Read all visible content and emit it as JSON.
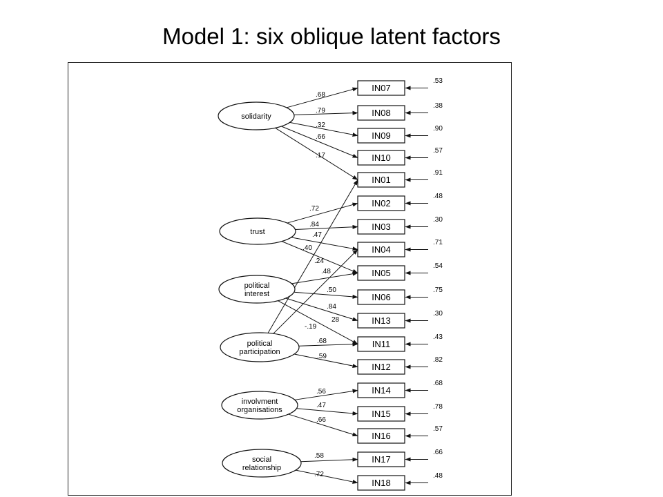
{
  "title": "Model 1: six oblique latent factors",
  "latents": [
    {
      "id": "solidarity",
      "lines": [
        "solidarity"
      ]
    },
    {
      "id": "trust",
      "lines": [
        "trust"
      ]
    },
    {
      "id": "political_interest",
      "lines": [
        "political",
        "interest"
      ]
    },
    {
      "id": "political_participation",
      "lines": [
        "political",
        "participation"
      ]
    },
    {
      "id": "involvment_organisations",
      "lines": [
        "involvment",
        "organisations"
      ]
    },
    {
      "id": "social_relationship",
      "lines": [
        "social",
        "relationship"
      ]
    }
  ],
  "indicators": [
    {
      "id": "IN07",
      "error": ".53"
    },
    {
      "id": "IN08",
      "error": ".38"
    },
    {
      "id": "IN09",
      "error": ".90"
    },
    {
      "id": "IN10",
      "error": ".57"
    },
    {
      "id": "IN01",
      "error": ".91"
    },
    {
      "id": "IN02",
      "error": ".48"
    },
    {
      "id": "IN03",
      "error": ".30"
    },
    {
      "id": "IN04",
      "error": ".71"
    },
    {
      "id": "IN05",
      "error": ".54"
    },
    {
      "id": "IN06",
      "error": ".75"
    },
    {
      "id": "IN13",
      "error": ".30"
    },
    {
      "id": "IN11",
      "error": ".43"
    },
    {
      "id": "IN12",
      "error": ".82"
    },
    {
      "id": "IN14",
      "error": ".68"
    },
    {
      "id": "IN15",
      "error": ".78"
    },
    {
      "id": "IN16",
      "error": ".57"
    },
    {
      "id": "IN17",
      "error": ".66"
    },
    {
      "id": "IN18",
      "error": ".48"
    }
  ],
  "loadings": [
    {
      "from": "solidarity",
      "to": "IN07",
      "value": ".68"
    },
    {
      "from": "solidarity",
      "to": "IN08",
      "value": ".79"
    },
    {
      "from": "solidarity",
      "to": "IN09",
      "value": ".32"
    },
    {
      "from": "solidarity",
      "to": "IN10",
      "value": ".66"
    },
    {
      "from": "solidarity",
      "to": "IN01",
      "value": ".17"
    },
    {
      "from": "trust",
      "to": "IN02",
      "value": ".72"
    },
    {
      "from": "trust",
      "to": "IN03",
      "value": ".84"
    },
    {
      "from": "trust",
      "to": "IN04",
      "value": ".47"
    },
    {
      "from": "trust",
      "to": "IN05",
      "value": ".40"
    },
    {
      "from": "political_interest",
      "to": "IN05",
      "value": ".48"
    },
    {
      "from": "political_interest",
      "to": "IN06",
      "value": ".50"
    },
    {
      "from": "political_interest",
      "to": "IN13",
      "value": ".84"
    },
    {
      "from": "political_interest",
      "to": "IN11",
      "value": "28"
    },
    {
      "from": "political_participation",
      "to": "IN01",
      "value": ".24"
    },
    {
      "from": "political_participation",
      "to": "IN04",
      "value": "-.19"
    },
    {
      "from": "political_participation",
      "to": "IN11",
      "value": ".68"
    },
    {
      "from": "political_participation",
      "to": "IN12",
      "value": ".59"
    },
    {
      "from": "involvment_organisations",
      "to": "IN14",
      "value": ".56"
    },
    {
      "from": "involvment_organisations",
      "to": "IN15",
      "value": ".47"
    },
    {
      "from": "involvment_organisations",
      "to": "IN16",
      "value": ".66"
    },
    {
      "from": "social_relationship",
      "to": "IN17",
      "value": ".58"
    },
    {
      "from": "social_relationship",
      "to": "IN18",
      "value": ".72"
    }
  ]
}
